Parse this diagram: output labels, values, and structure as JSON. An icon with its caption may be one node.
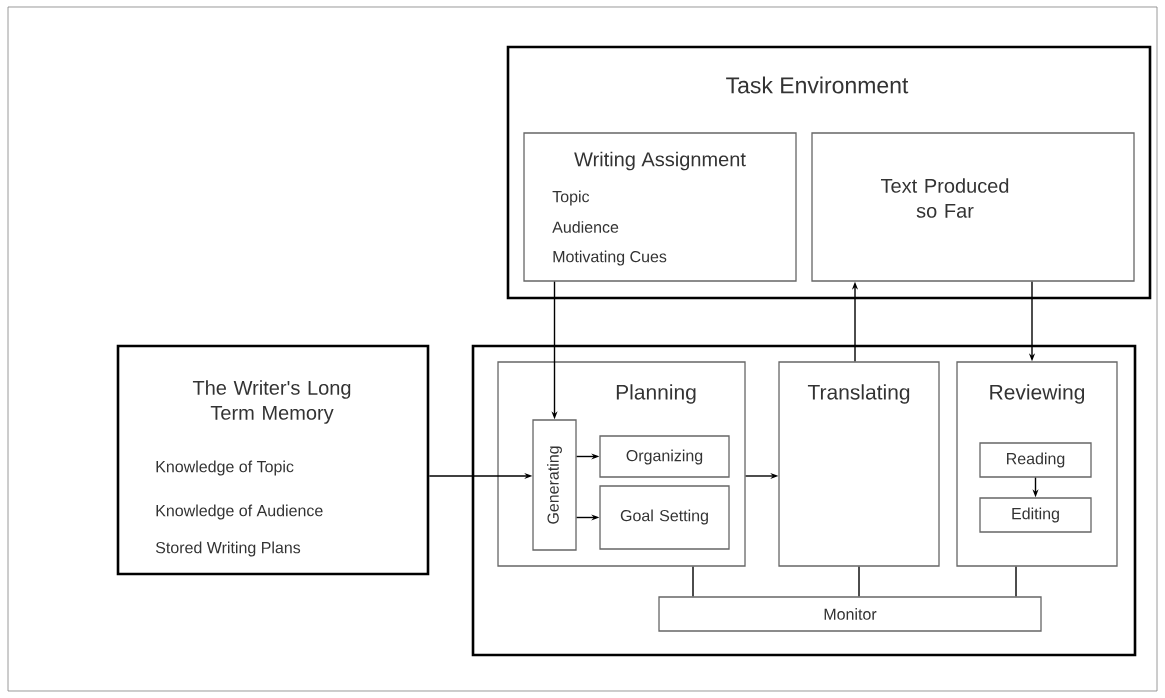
{
  "diagram": {
    "nodes": [
      {
        "text": [
          "Task Environment"
        ]
      },
      {
        "text": [
          "Writing Assignment",
          "Topic",
          "Audience",
          "Motivating Cues"
        ],
        "in": 0
      },
      {
        "text": [
          "Text Produced so Far"
        ],
        "in": 0
      },
      {
        "text": [
          "The Writer's Long Term Memory",
          "Knowledge of Topic",
          "Knowledge of Audience",
          "Stored Writing Plans"
        ]
      },
      {
        "text": [],
        "shape": "box"
      },
      {
        "text": [
          "Planning"
        ],
        "in": 4
      },
      {
        "text": [
          "Generating"
        ],
        "in": 5
      },
      {
        "text": [
          "Organizing"
        ],
        "in": 5
      },
      {
        "text": [
          "Goal Setting"
        ],
        "in": 5
      },
      {
        "text": [
          "Translating"
        ],
        "in": 4
      },
      {
        "text": [
          "Reviewing"
        ],
        "in": 4
      },
      {
        "text": [
          "Reading"
        ],
        "in": 10
      },
      {
        "text": [
          "Editing"
        ],
        "in": 10
      },
      {
        "text": [
          "Monitor"
        ],
        "in": 4
      }
    ],
    "edges": [
      {
        "from": 1,
        "to": 6,
        "arrow": "to"
      },
      {
        "from": 3,
        "to": 6,
        "arrow": "to"
      },
      {
        "from": 6,
        "to": 7,
        "arrow": "to"
      },
      {
        "from": 6,
        "to": 8,
        "arrow": "to"
      },
      {
        "from": 5,
        "to": 9,
        "arrow": "to"
      },
      {
        "from": 9,
        "to": 2,
        "arrow": "to"
      },
      {
        "from": 2,
        "to": 10,
        "arrow": "to"
      },
      {
        "from": 11,
        "to": 12,
        "arrow": "to"
      },
      {
        "from": 5,
        "to": 13,
        "arrow": "none"
      },
      {
        "from": 9,
        "to": 13,
        "arrow": "none"
      },
      {
        "from": 10,
        "to": 13,
        "arrow": "none"
      }
    ]
  }
}
